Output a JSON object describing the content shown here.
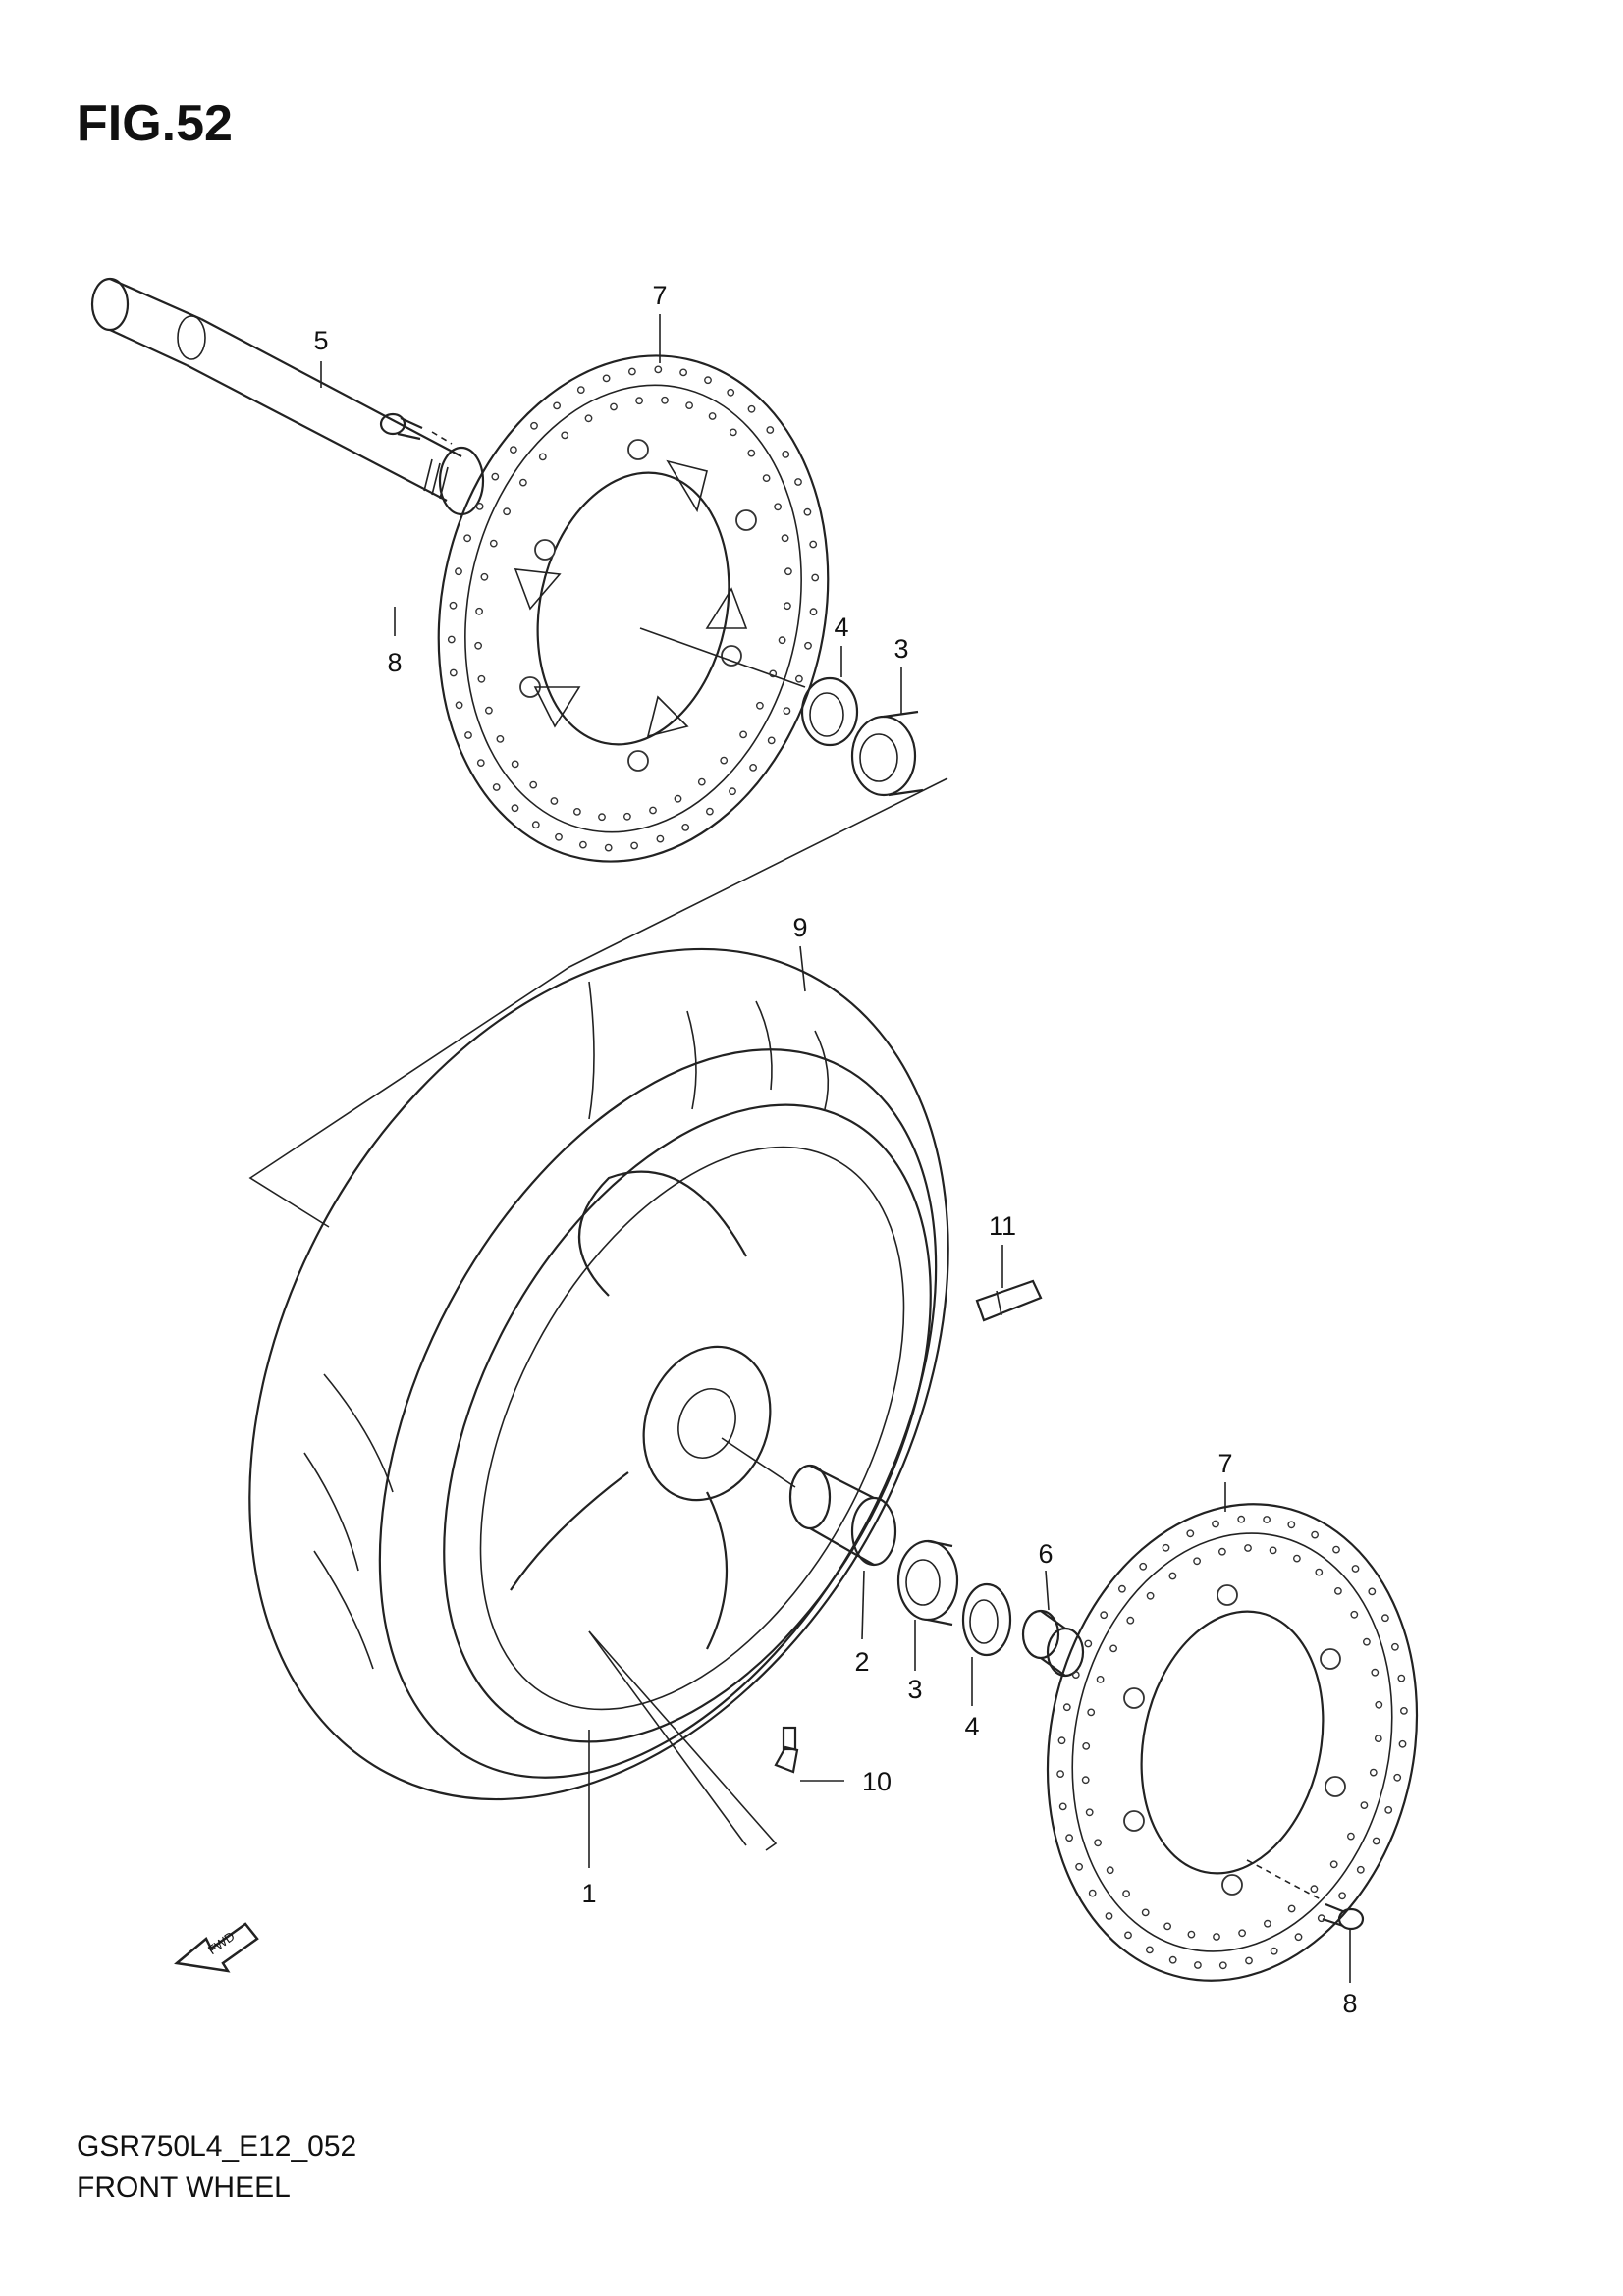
{
  "figure": {
    "title": "FIG.52"
  },
  "footer": {
    "code": "GSR750L4_E12_052",
    "name": "FRONT WHEEL"
  },
  "callouts": {
    "wheel": "1",
    "spacer": "2",
    "bearing_right": "3",
    "bearing_top": "3",
    "oil_seal_top": "4",
    "oil_seal_right": "4",
    "axle": "5",
    "collar": "6",
    "disc_top": "7",
    "disc_right": "7",
    "bolt_top": "8",
    "bolt_right": "8",
    "tire": "9",
    "valve": "10",
    "balancer": "11"
  },
  "fwd_arrow": {
    "label": "FWD"
  }
}
